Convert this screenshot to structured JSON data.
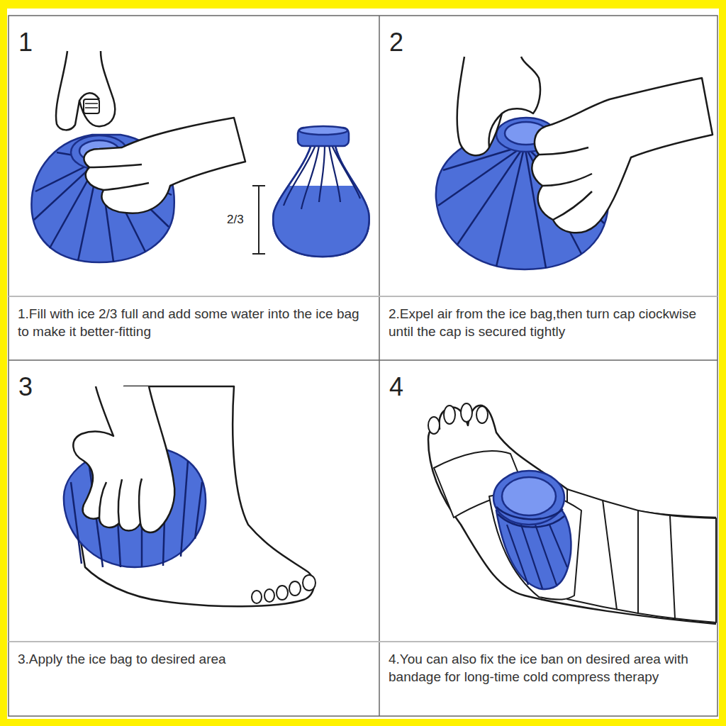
{
  "diagram": {
    "nodes": [
      {
        "text": [
          "1",
          "1.Fill with ice 2/3 full and add some water into the ice bag to make it better-fitting"
        ]
      },
      {
        "text": [
          "2",
          "2.Expel air from the ice bag,then turn cap ciockwise until the cap is secured tightly"
        ]
      },
      {
        "text": [
          "3",
          "3.Apply the ice bag to desired area"
        ]
      },
      {
        "text": [
          "4",
          "4.You can also fix the ice ban on desired area with bandage for long-time cold compress therapy"
        ]
      }
    ],
    "labels": [
      "2/3"
    ]
  }
}
